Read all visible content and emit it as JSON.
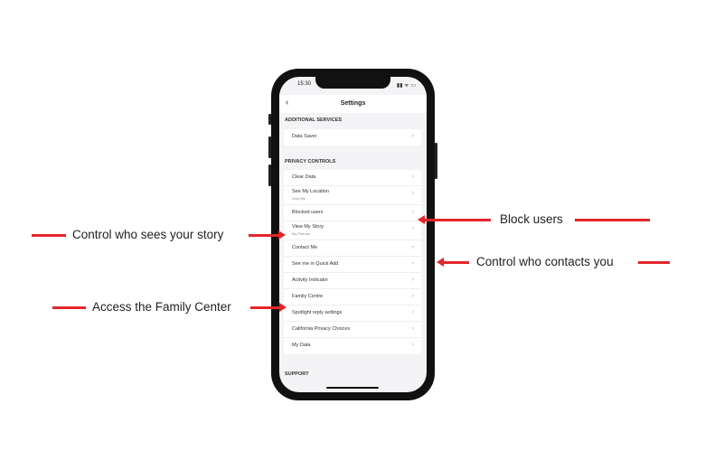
{
  "status_bar": {
    "time": "15:30",
    "icons": "▮▮ ᯤ ▭"
  },
  "header": {
    "title": "Settings",
    "back_icon": "chevron-left-icon"
  },
  "sections": [
    {
      "title": "ADDITIONAL SERVICES",
      "items": [
        {
          "label": "Data Saver"
        }
      ]
    },
    {
      "title": "PRIVACY CONTROLS",
      "items": [
        {
          "label": "Clear Data"
        },
        {
          "label": "See My Location",
          "sub": "Only Me"
        },
        {
          "label": "Blocked users"
        },
        {
          "label": "View My Story",
          "sub": "My Friends"
        },
        {
          "label": "Contact Me"
        },
        {
          "label": "See me in Quick Add"
        },
        {
          "label": "Activity Indicator"
        },
        {
          "label": "Family Centre"
        },
        {
          "label": "Spotlight reply settings"
        },
        {
          "label": "California Privacy Choices"
        },
        {
          "label": "My Data"
        }
      ]
    },
    {
      "title": "SUPPORT"
    }
  ],
  "annotations": {
    "story": "Control who sees your story",
    "block": "Block users",
    "contacts": "Control who contacts you",
    "family": "Access the Family Center",
    "arrow_color": "#e3262b"
  }
}
